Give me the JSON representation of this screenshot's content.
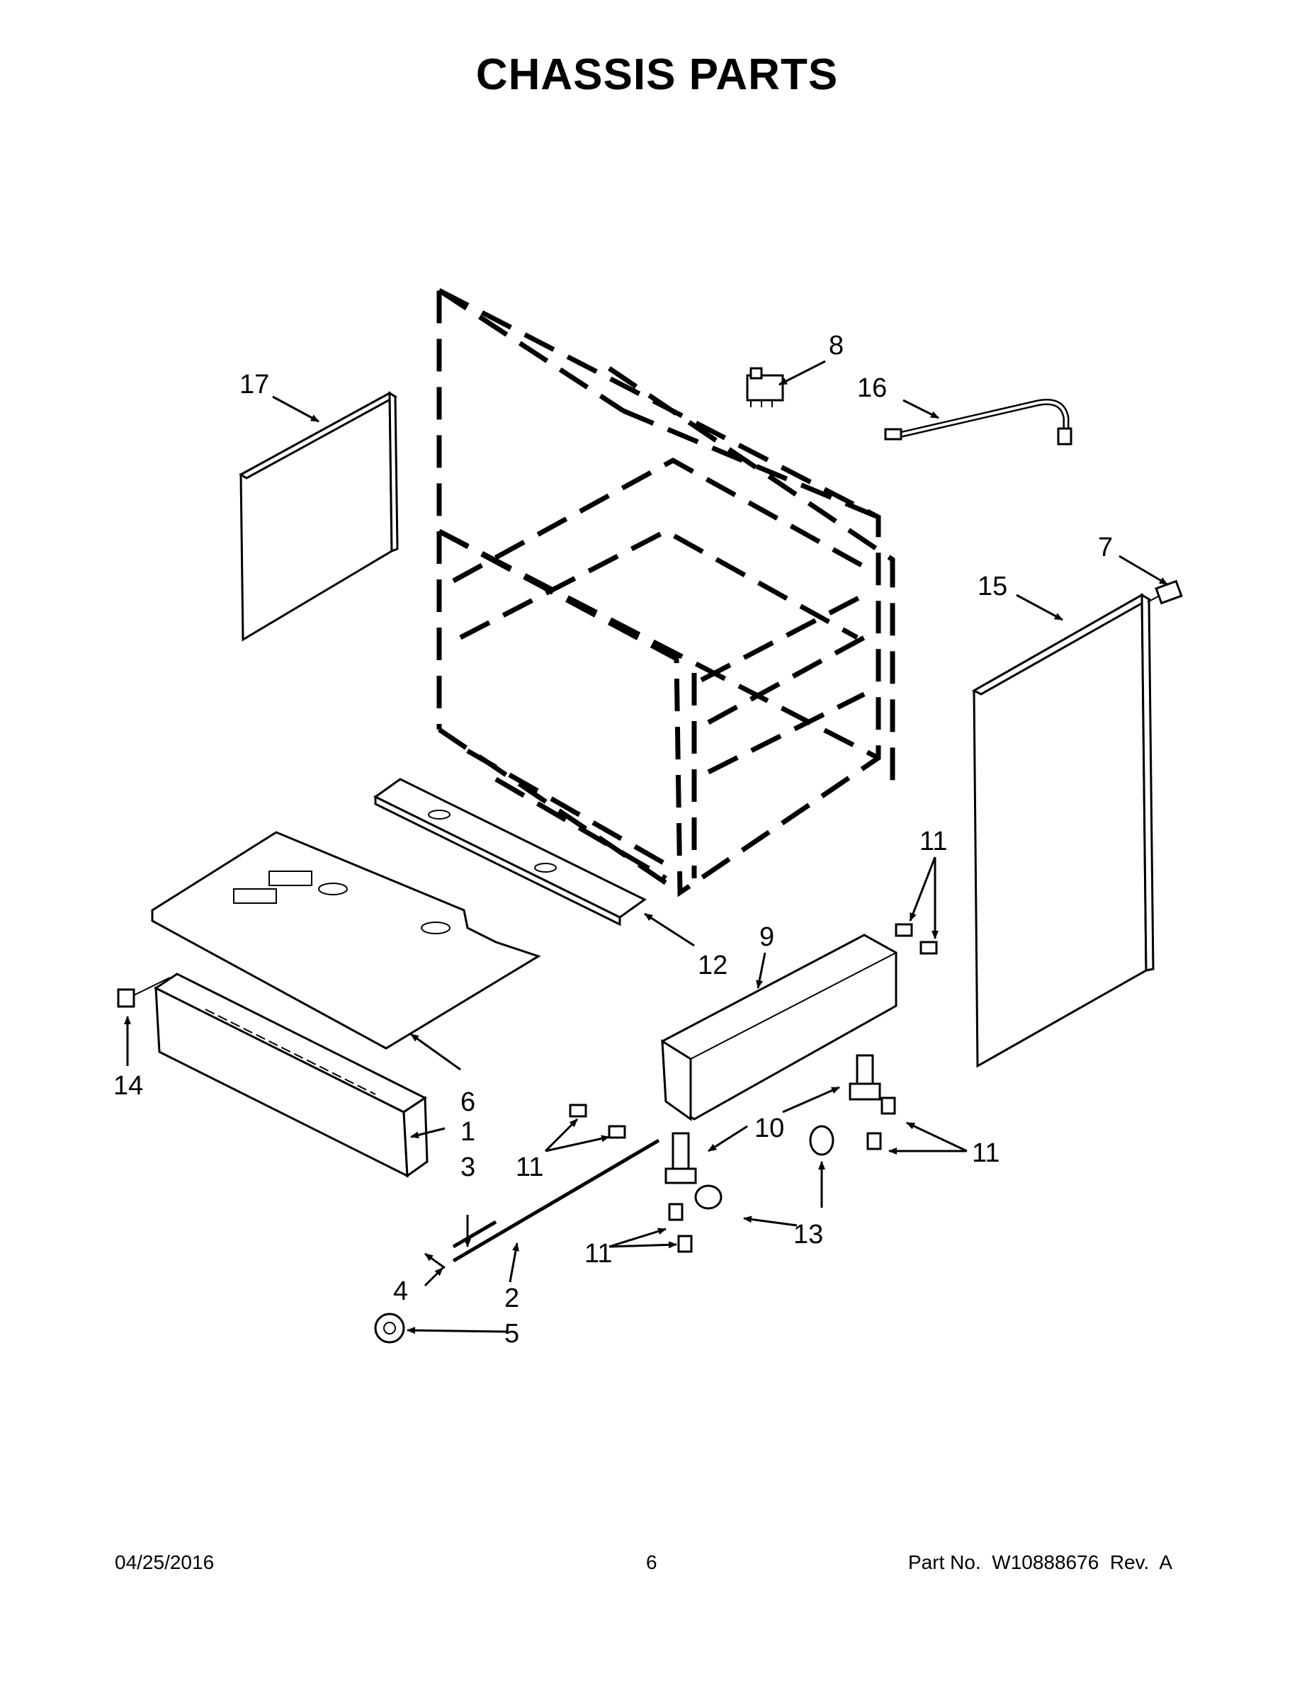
{
  "title": "CHASSIS PARTS",
  "footer": {
    "date": "04/25/2016",
    "page": "6",
    "part_number": "Part No.  W10888676  Rev.  A"
  },
  "callouts": {
    "c1": "1",
    "c2": "2",
    "c3": "3",
    "c4": "4",
    "c5": "5",
    "c6": "6",
    "c7": "7",
    "c8": "8",
    "c9": "9",
    "c10": "10",
    "c11a": "11",
    "c11b": "11",
    "c11c": "11",
    "c11d": "11",
    "c12": "12",
    "c13": "13",
    "c14": "14",
    "c15": "15",
    "c16": "16",
    "c17": "17"
  }
}
